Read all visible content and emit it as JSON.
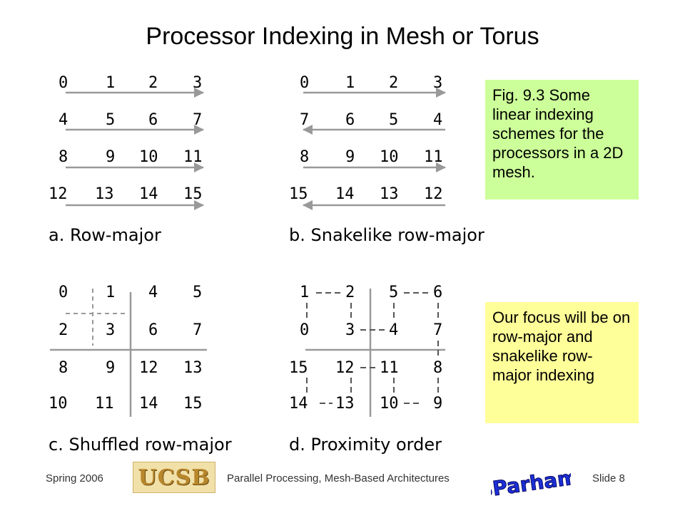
{
  "title": "Processor Indexing in Mesh or Torus",
  "panels": [
    {
      "id": "a",
      "caption": "a. Row-major",
      "rows": [
        [
          "0",
          "1",
          "2",
          "3"
        ],
        [
          "4",
          "5",
          "6",
          "7"
        ],
        [
          "8",
          "9",
          "10",
          "11"
        ],
        [
          "12",
          "13",
          "14",
          "15"
        ]
      ]
    },
    {
      "id": "b",
      "caption": "b. Snakelike row-major",
      "rows": [
        [
          "0",
          "1",
          "2",
          "3"
        ],
        [
          "7",
          "6",
          "5",
          "4"
        ],
        [
          "8",
          "9",
          "10",
          "11"
        ],
        [
          "15",
          "14",
          "13",
          "12"
        ]
      ]
    },
    {
      "id": "c",
      "caption": "c. Shuffled row-major",
      "rows": [
        [
          "0",
          "1",
          "4",
          "5"
        ],
        [
          "2",
          "3",
          "6",
          "7"
        ],
        [
          "8",
          "9",
          "12",
          "13"
        ],
        [
          "10",
          "11",
          "14",
          "15"
        ]
      ]
    },
    {
      "id": "d",
      "caption": "d. Proximity order",
      "rows": [
        [
          "1",
          "2",
          "5",
          "6"
        ],
        [
          "0",
          "3",
          "4",
          "7"
        ],
        [
          "15",
          "12",
          "11",
          "8"
        ],
        [
          "14",
          "13",
          "10",
          "9"
        ]
      ]
    }
  ],
  "notes": {
    "figure": "Fig. 9.3   Some linear indexing schemes for the processors in a 2D mesh.",
    "focus": "Our focus will be on row-major and snakelike row-major indexing"
  },
  "footer": {
    "term": "Spring 2006",
    "course": "Parallel Processing, Mesh-Based Architectures",
    "slide": "Slide 8",
    "logo_left": "UCSB",
    "logo_right": "B Parhami"
  },
  "colors": {
    "green_note": "#ccff99",
    "yellow_note": "#ffff99",
    "line": "#999999"
  }
}
